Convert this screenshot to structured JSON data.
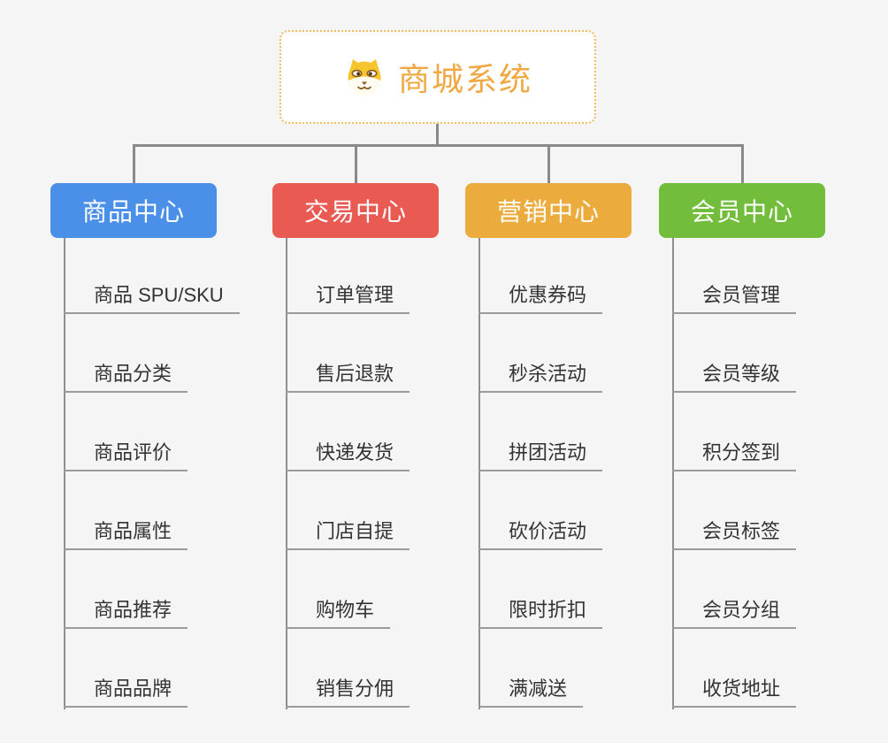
{
  "root": {
    "title": "商城系统",
    "icon": "shiba-dog-icon"
  },
  "branches": [
    {
      "label": "商品中心",
      "color": "#4b90e8",
      "children": [
        "商品 SPU/SKU",
        "商品分类",
        "商品评价",
        "商品属性",
        "商品推荐",
        "商品品牌"
      ]
    },
    {
      "label": "交易中心",
      "color": "#e85a52",
      "children": [
        "订单管理",
        "售后退款",
        "快递发货",
        "门店自提",
        "购物车",
        "销售分佣"
      ]
    },
    {
      "label": "营销中心",
      "color": "#ebab3d",
      "children": [
        "优惠券码",
        "秒杀活动",
        "拼团活动",
        "砍价活动",
        "限时折扣",
        "满减送"
      ]
    },
    {
      "label": "会员中心",
      "color": "#72be3c",
      "children": [
        "会员管理",
        "会员等级",
        "积分签到",
        "会员标签",
        "会员分组",
        "收货地址"
      ]
    }
  ],
  "colors": {
    "root_title": "#f0a843",
    "root_border": "#f3b95f",
    "connector_line": "#8a8a8a",
    "leaf_underline": "#9b9b9b",
    "leaf_text": "#333333",
    "background": "#f5f5f6"
  }
}
